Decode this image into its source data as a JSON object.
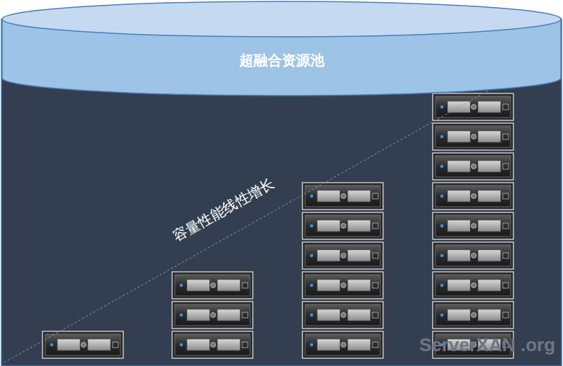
{
  "diagram": {
    "nodes": [
      {
        "text": [
          "超融合资源池"
        ]
      }
    ],
    "labels": [
      "容量性能线性增长",
      "ServerXAN .org"
    ]
  }
}
